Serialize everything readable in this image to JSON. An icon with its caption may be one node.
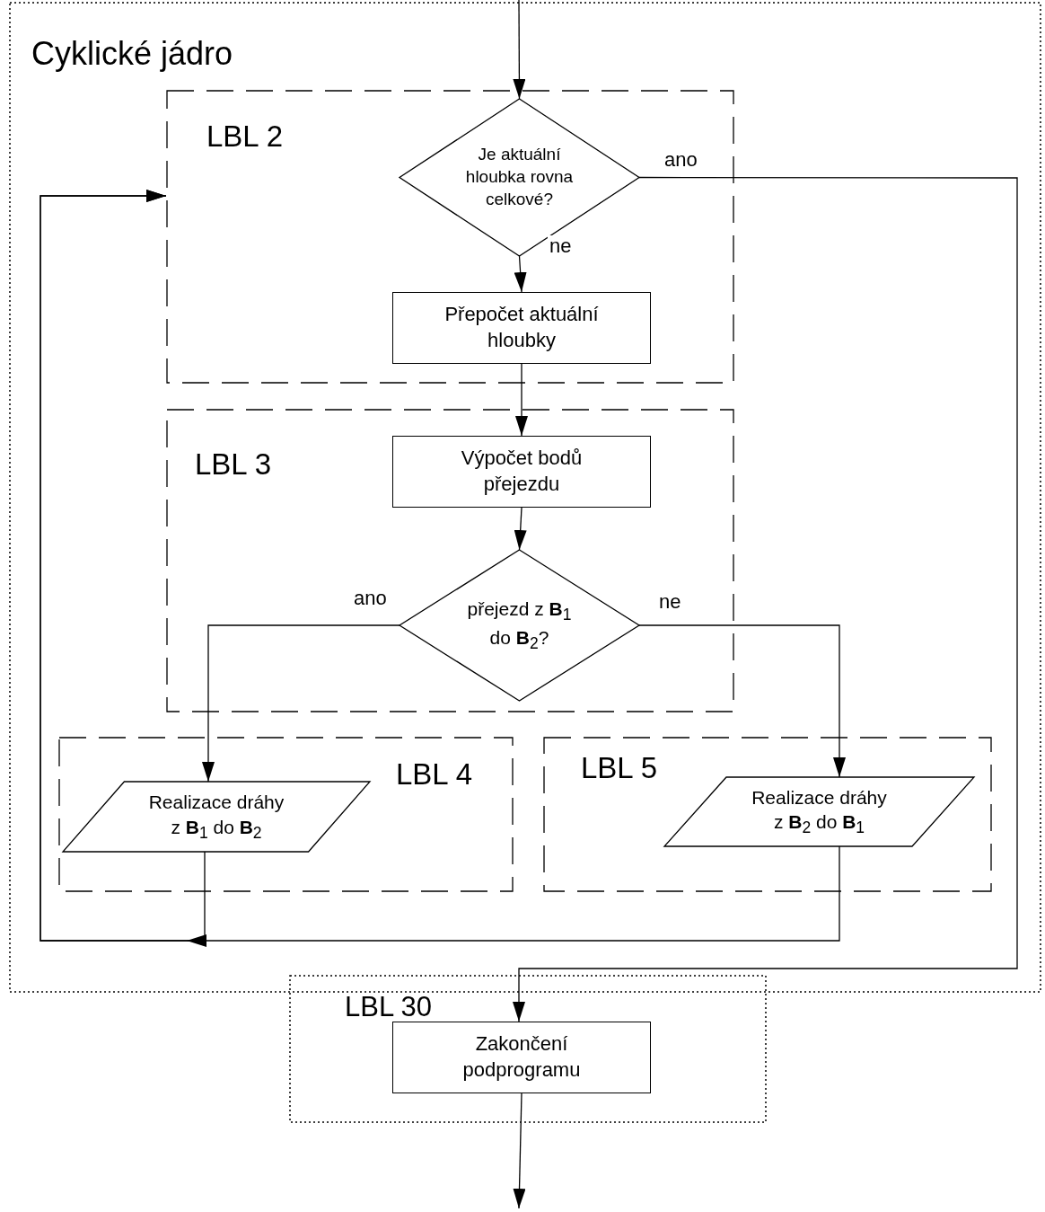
{
  "diagram": {
    "nodes": [
      {
        "text": [
          "Cyklické jádro"
        ]
      },
      {
        "text": [
          "LBL 2"
        ],
        "in": 0
      },
      {
        "text": [
          "Je aktuální hloubka rovna celkové?"
        ],
        "in": 1
      },
      {
        "text": [
          "Přepočet aktuální hloubky"
        ],
        "in": 1
      },
      {
        "text": [
          "LBL 3"
        ],
        "in": 0
      },
      {
        "text": [
          "Výpočet bodů přejezdu"
        ],
        "in": 4
      },
      {
        "text": [
          "přejezd z **B**$_{1}$ do **B**$_{2}$?"
        ],
        "in": 4
      },
      {
        "text": [
          "LBL 4"
        ],
        "in": 0
      },
      {
        "text": [
          "Realizace dráhy z **B**$_{1}$ do **B**$_{2}$"
        ],
        "in": 7
      },
      {
        "text": [
          "LBL 5"
        ],
        "in": 0
      },
      {
        "text": [
          "Realizace dráhy z **B**$_{2}$ do **B**$_{1}$"
        ],
        "in": 9
      },
      {
        "text": [
          "LBL 30"
        ]
      },
      {
        "text": [
          "Zakončení podprogramu"
        ],
        "in": 11
      }
    ],
    "edges": [
      {
        "from": null,
        "to": 2,
        "arrow": "to"
      },
      {
        "from": 2,
        "to": 3,
        "arrow": "to",
        "label": "ne"
      },
      {
        "from": 3,
        "to": 5,
        "arrow": "to"
      },
      {
        "from": 5,
        "to": 6,
        "arrow": "to"
      },
      {
        "from": 6,
        "to": 8,
        "arrow": "to",
        "label": "ano"
      },
      {
        "from": 6,
        "to": 10,
        "arrow": "to",
        "label": "ne"
      },
      {
        "from": 8,
        "to": 1,
        "arrow": "to"
      },
      {
        "from": 10,
        "to": 1,
        "arrow": "to"
      },
      {
        "from": 2,
        "to": 12,
        "arrow": "to",
        "label": "ano"
      },
      {
        "from": 12,
        "to": null,
        "arrow": "to"
      }
    ]
  }
}
